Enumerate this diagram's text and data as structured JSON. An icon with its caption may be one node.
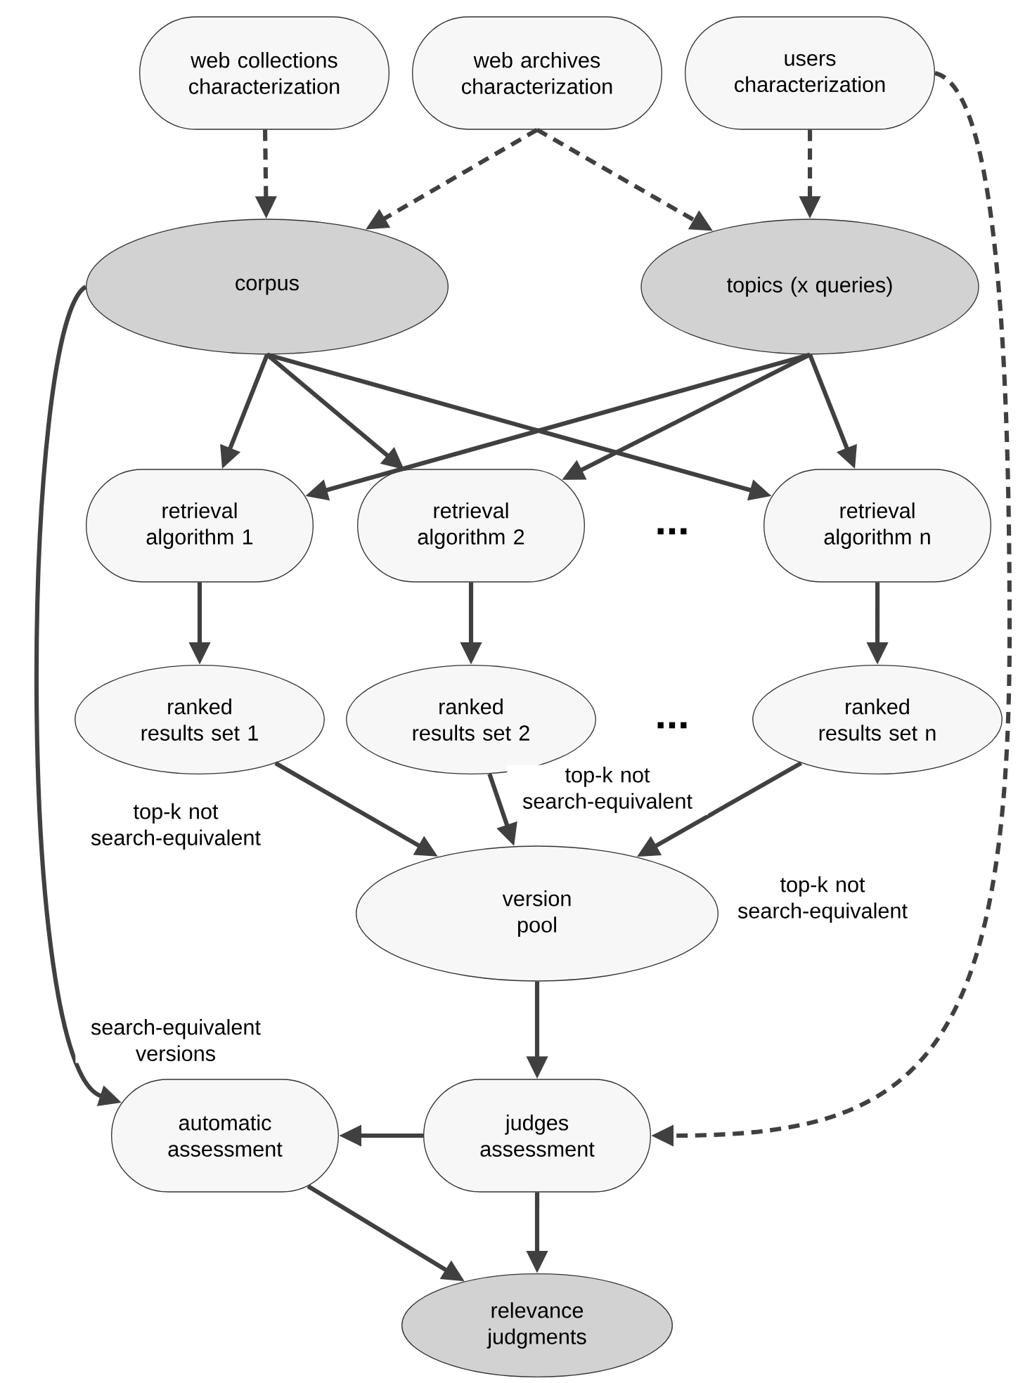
{
  "diagram": {
    "nodes": [
      {
        "text": [
          "web collections characterization"
        ]
      },
      {
        "text": [
          "web archives characterization"
        ]
      },
      {
        "text": [
          "users characterization"
        ]
      },
      {
        "text": [
          "corpus"
        ]
      },
      {
        "text": [
          "topics (x queries)"
        ]
      },
      {
        "text": [
          "retrieval algorithm 1"
        ]
      },
      {
        "text": [
          "retrieval algorithm 2"
        ]
      },
      {
        "text": [
          "retrieval algorithm n"
        ]
      },
      {
        "text": [
          "ranked results set 1"
        ]
      },
      {
        "text": [
          "ranked results set 2"
        ]
      },
      {
        "text": [
          "ranked results set n"
        ]
      },
      {
        "text": [
          "version pool"
        ]
      },
      {
        "text": [
          "automatic assessment"
        ]
      },
      {
        "text": [
          "judges assessment"
        ]
      },
      {
        "text": [
          "relevance judgments"
        ]
      }
    ],
    "edges": [
      {
        "from": 0,
        "to": 3,
        "arrow": "to",
        "style": "dashed"
      },
      {
        "from": 1,
        "to": 3,
        "arrow": "to",
        "style": "dashed"
      },
      {
        "from": 1,
        "to": 4,
        "arrow": "to",
        "style": "dashed"
      },
      {
        "from": 2,
        "to": 4,
        "arrow": "to",
        "style": "dashed"
      },
      {
        "from": 3,
        "to": 5,
        "arrow": "to"
      },
      {
        "from": 3,
        "to": 6,
        "arrow": "to"
      },
      {
        "from": 3,
        "to": 7,
        "arrow": "to"
      },
      {
        "from": 4,
        "to": 5,
        "arrow": "to"
      },
      {
        "from": 4,
        "to": 6,
        "arrow": "to"
      },
      {
        "from": 4,
        "to": 7,
        "arrow": "to"
      },
      {
        "from": 5,
        "to": 8,
        "arrow": "to"
      },
      {
        "from": 6,
        "to": 9,
        "arrow": "to"
      },
      {
        "from": 7,
        "to": 10,
        "arrow": "to"
      },
      {
        "from": 8,
        "to": 11,
        "arrow": "to",
        "label": "top-k not search-equivalent"
      },
      {
        "from": 9,
        "to": 11,
        "arrow": "to",
        "label": "top-k not search-equivalent"
      },
      {
        "from": 10,
        "to": 11,
        "arrow": "to",
        "label": "top-k not search-equivalent"
      },
      {
        "from": 3,
        "to": 12,
        "arrow": "to",
        "label": "search-equivalent versions"
      },
      {
        "from": 11,
        "to": 13,
        "arrow": "to"
      },
      {
        "from": 13,
        "to": 12,
        "arrow": "to"
      },
      {
        "from": 2,
        "to": 13,
        "arrow": "to",
        "style": "dashed"
      },
      {
        "from": 12,
        "to": 14,
        "arrow": "to"
      },
      {
        "from": 13,
        "to": 14,
        "arrow": "to"
      }
    ],
    "labels": [
      "...",
      "..."
    ]
  }
}
